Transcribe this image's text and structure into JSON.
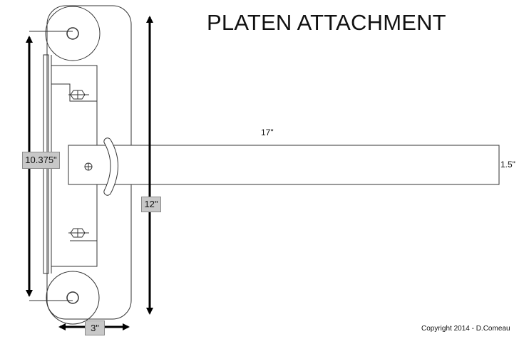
{
  "title": "PLATEN ATTACHMENT",
  "dimensions": {
    "arm_length": "17\"",
    "arm_width": "1.5\"",
    "pulley_span": "10.375\"",
    "overall_height": "12\"",
    "base_width": "3\""
  },
  "copyright": "Copyright 2014 - D.Comeau",
  "colors": {
    "line": "#000000",
    "label_fill": "#c8c8c8"
  }
}
